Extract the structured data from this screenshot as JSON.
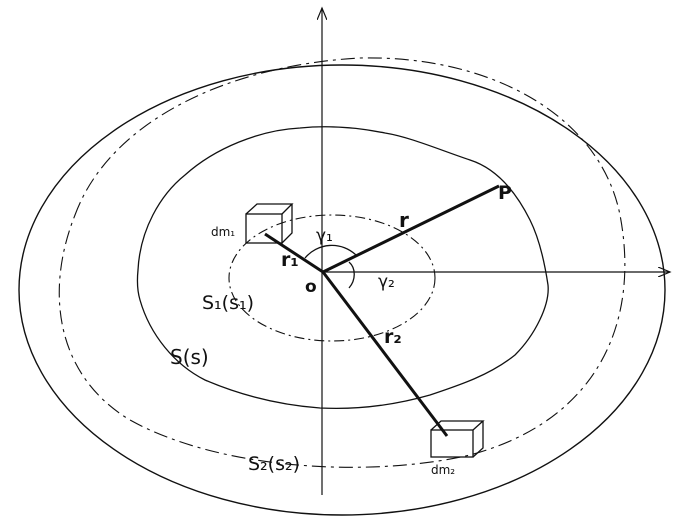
{
  "diagram": {
    "ink_color": "#111111",
    "background_color": "#ffffff",
    "labels": {
      "point_p": "P",
      "origin": "o",
      "vector_r": "r",
      "vector_r1": "r₁",
      "vector_r2": "r₂",
      "angle_gamma1": "γ₁",
      "angle_gamma2": "γ₂",
      "mass_element_1": "dm₁",
      "mass_element_2": "dm₂",
      "surface_s1": "S₁(s₁)",
      "surface_s": "S(s)",
      "surface_s2": "S₂(s₂)"
    }
  }
}
